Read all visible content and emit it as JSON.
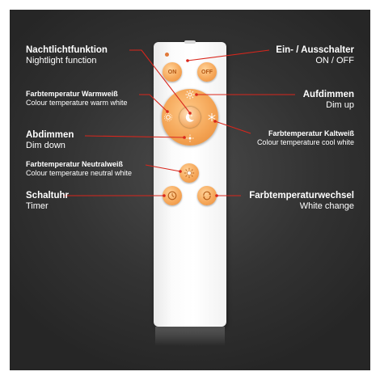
{
  "labels": {
    "nightlight_de": "Nachtlichtfunktion",
    "nightlight_en": "Nightlight function",
    "warm_de": "Farbtemperatur Warmweiß",
    "warm_en": "Colour temperature warm white",
    "dimdown_de": "Abdimmen",
    "dimdown_en": "Dim down",
    "neutral_de": "Farbtemperatur Neutralweiß",
    "neutral_en": "Colour temperature neutral white",
    "timer_de": "Schaltuhr",
    "timer_en": "Timer",
    "onoff_de": "Ein- / Ausschalter",
    "onoff_en": "ON / OFF",
    "dimup_de": "Aufdimmen",
    "dimup_en": "Dim up",
    "cool_de": "Farbtemperatur Kaltweiß",
    "cool_en": "Colour temperature cool white",
    "change_de": "Farbtemperaturwechsel",
    "change_en": "White change"
  },
  "buttons": {
    "on": "ON",
    "off": "OFF"
  },
  "colors": {
    "accent": "#f3a252",
    "line": "#d9261c",
    "background": "#333333"
  },
  "icons": [
    "sun-icon",
    "moon-icon",
    "snowflake-icon",
    "brightness-icon",
    "timer-icon",
    "cycle-icon"
  ]
}
